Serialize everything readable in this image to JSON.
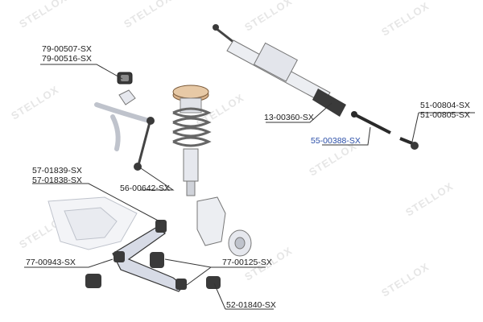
{
  "watermark": {
    "text": "STELLOX"
  },
  "labels": {
    "stab_bushing_1": "79-00507-SX",
    "stab_bushing_2": "79-00516-SX",
    "steering_rack": "13-00360-SX",
    "tie_rod_end_1": "51-00804-SX",
    "tie_rod_end_2": "51-00805-SX",
    "axial_joint": "55-00388-SX",
    "control_arm_1": "57-01839-SX",
    "control_arm_2": "57-01838-SX",
    "stab_link": "56-00642-SX",
    "arm_bushing_a": "77-00943-SX",
    "arm_bushing_b": "77-00125-SX",
    "ball_joint": "52-01840-SX"
  },
  "colors": {
    "label_text": "#1a1a1a",
    "highlight_label": "#2b4fa8",
    "spring_accent": "#d9b38c",
    "part_fill": "#d7dbe6",
    "part_stroke": "#333333",
    "dark_part": "#3a3a3a"
  }
}
